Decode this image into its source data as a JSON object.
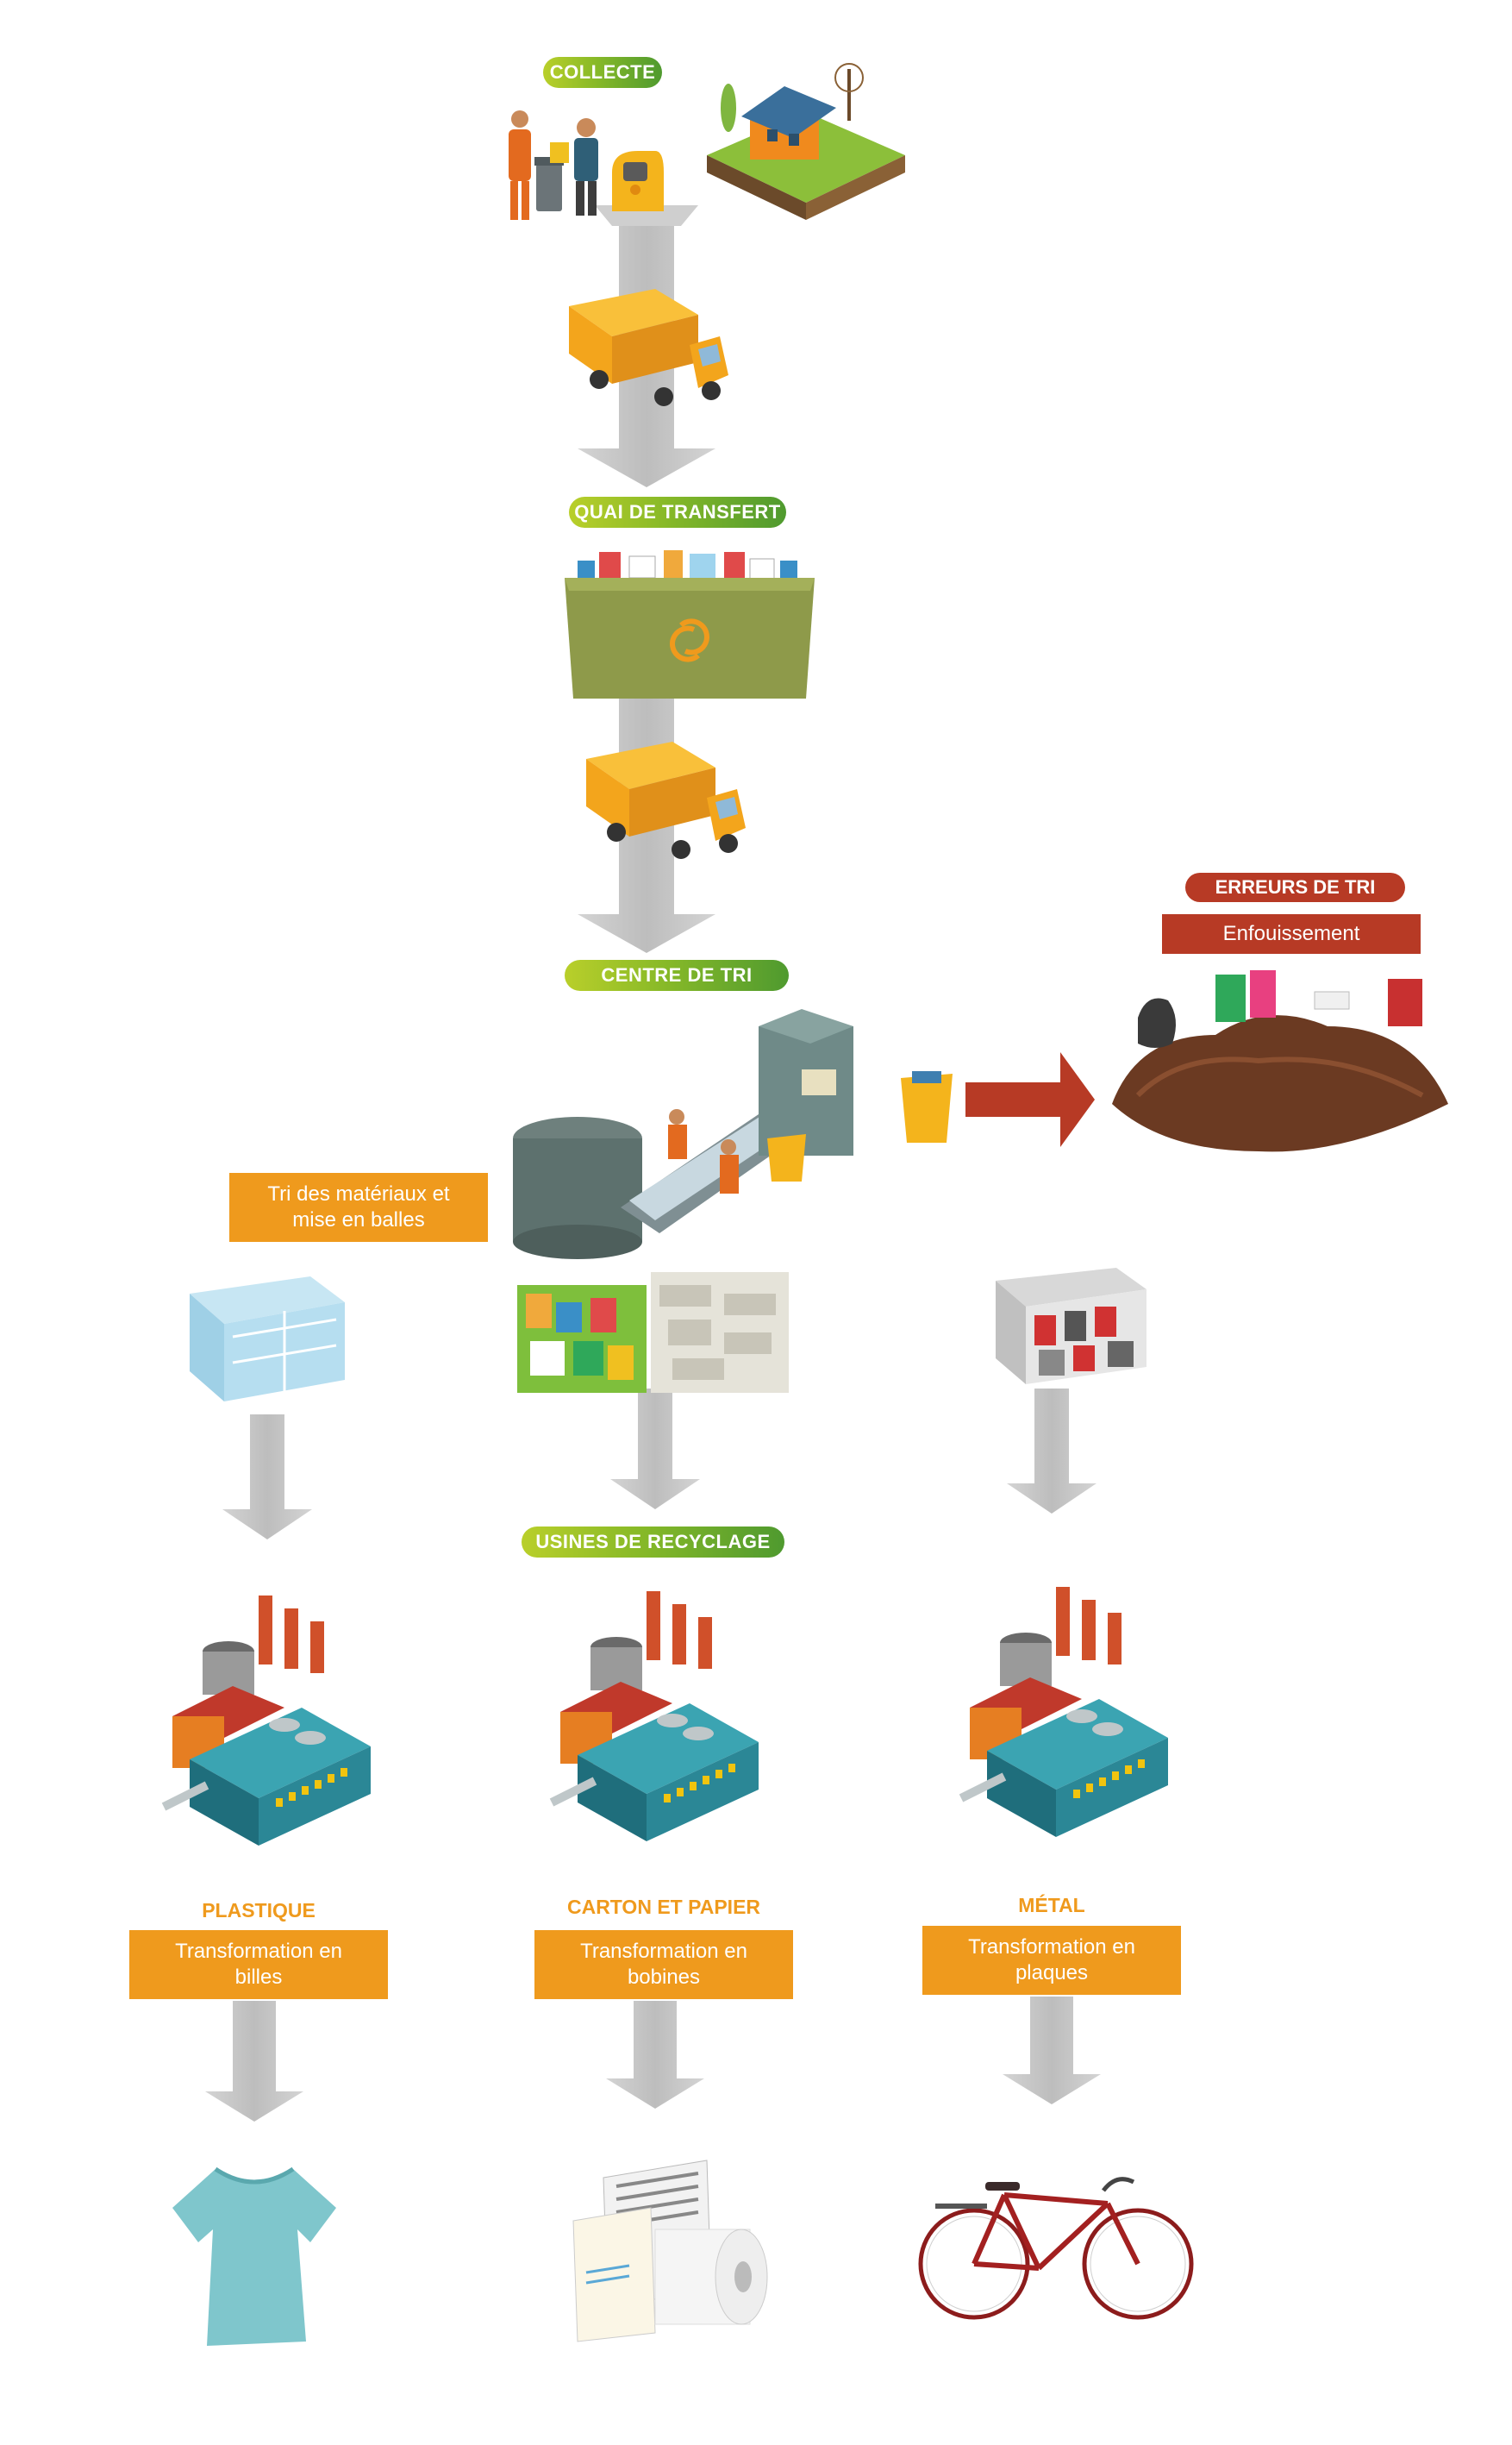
{
  "stages": {
    "collecte": "COLLECTE",
    "quai": "QUAI DE TRANSFERT",
    "centre": "CENTRE DE TRI",
    "usines": "USINES DE RECYCLAGE"
  },
  "errors": {
    "title": "ERREURS DE TRI",
    "action": "Enfouissement"
  },
  "sorting": {
    "label": "Tri des matériaux et mise en balles"
  },
  "outputs": [
    {
      "title": "PLASTIQUE",
      "action": "Transformation en billes",
      "product_icon": "tshirt-icon"
    },
    {
      "title": "CARTON ET PAPIER",
      "action": "Transformation en bobines",
      "product_icon": "paper-roll-icon"
    },
    {
      "title": "MÉTAL",
      "action": "Transformation en plaques",
      "product_icon": "bicycle-icon"
    }
  ],
  "colors": {
    "stage_green": "#87b928",
    "error_red": "#b73a25",
    "action_orange": "#ef9a1d",
    "arrow_grey": "#c8c8c8",
    "truck_yellow": "#f3a51c",
    "factory_teal": "#2e7f8f"
  }
}
